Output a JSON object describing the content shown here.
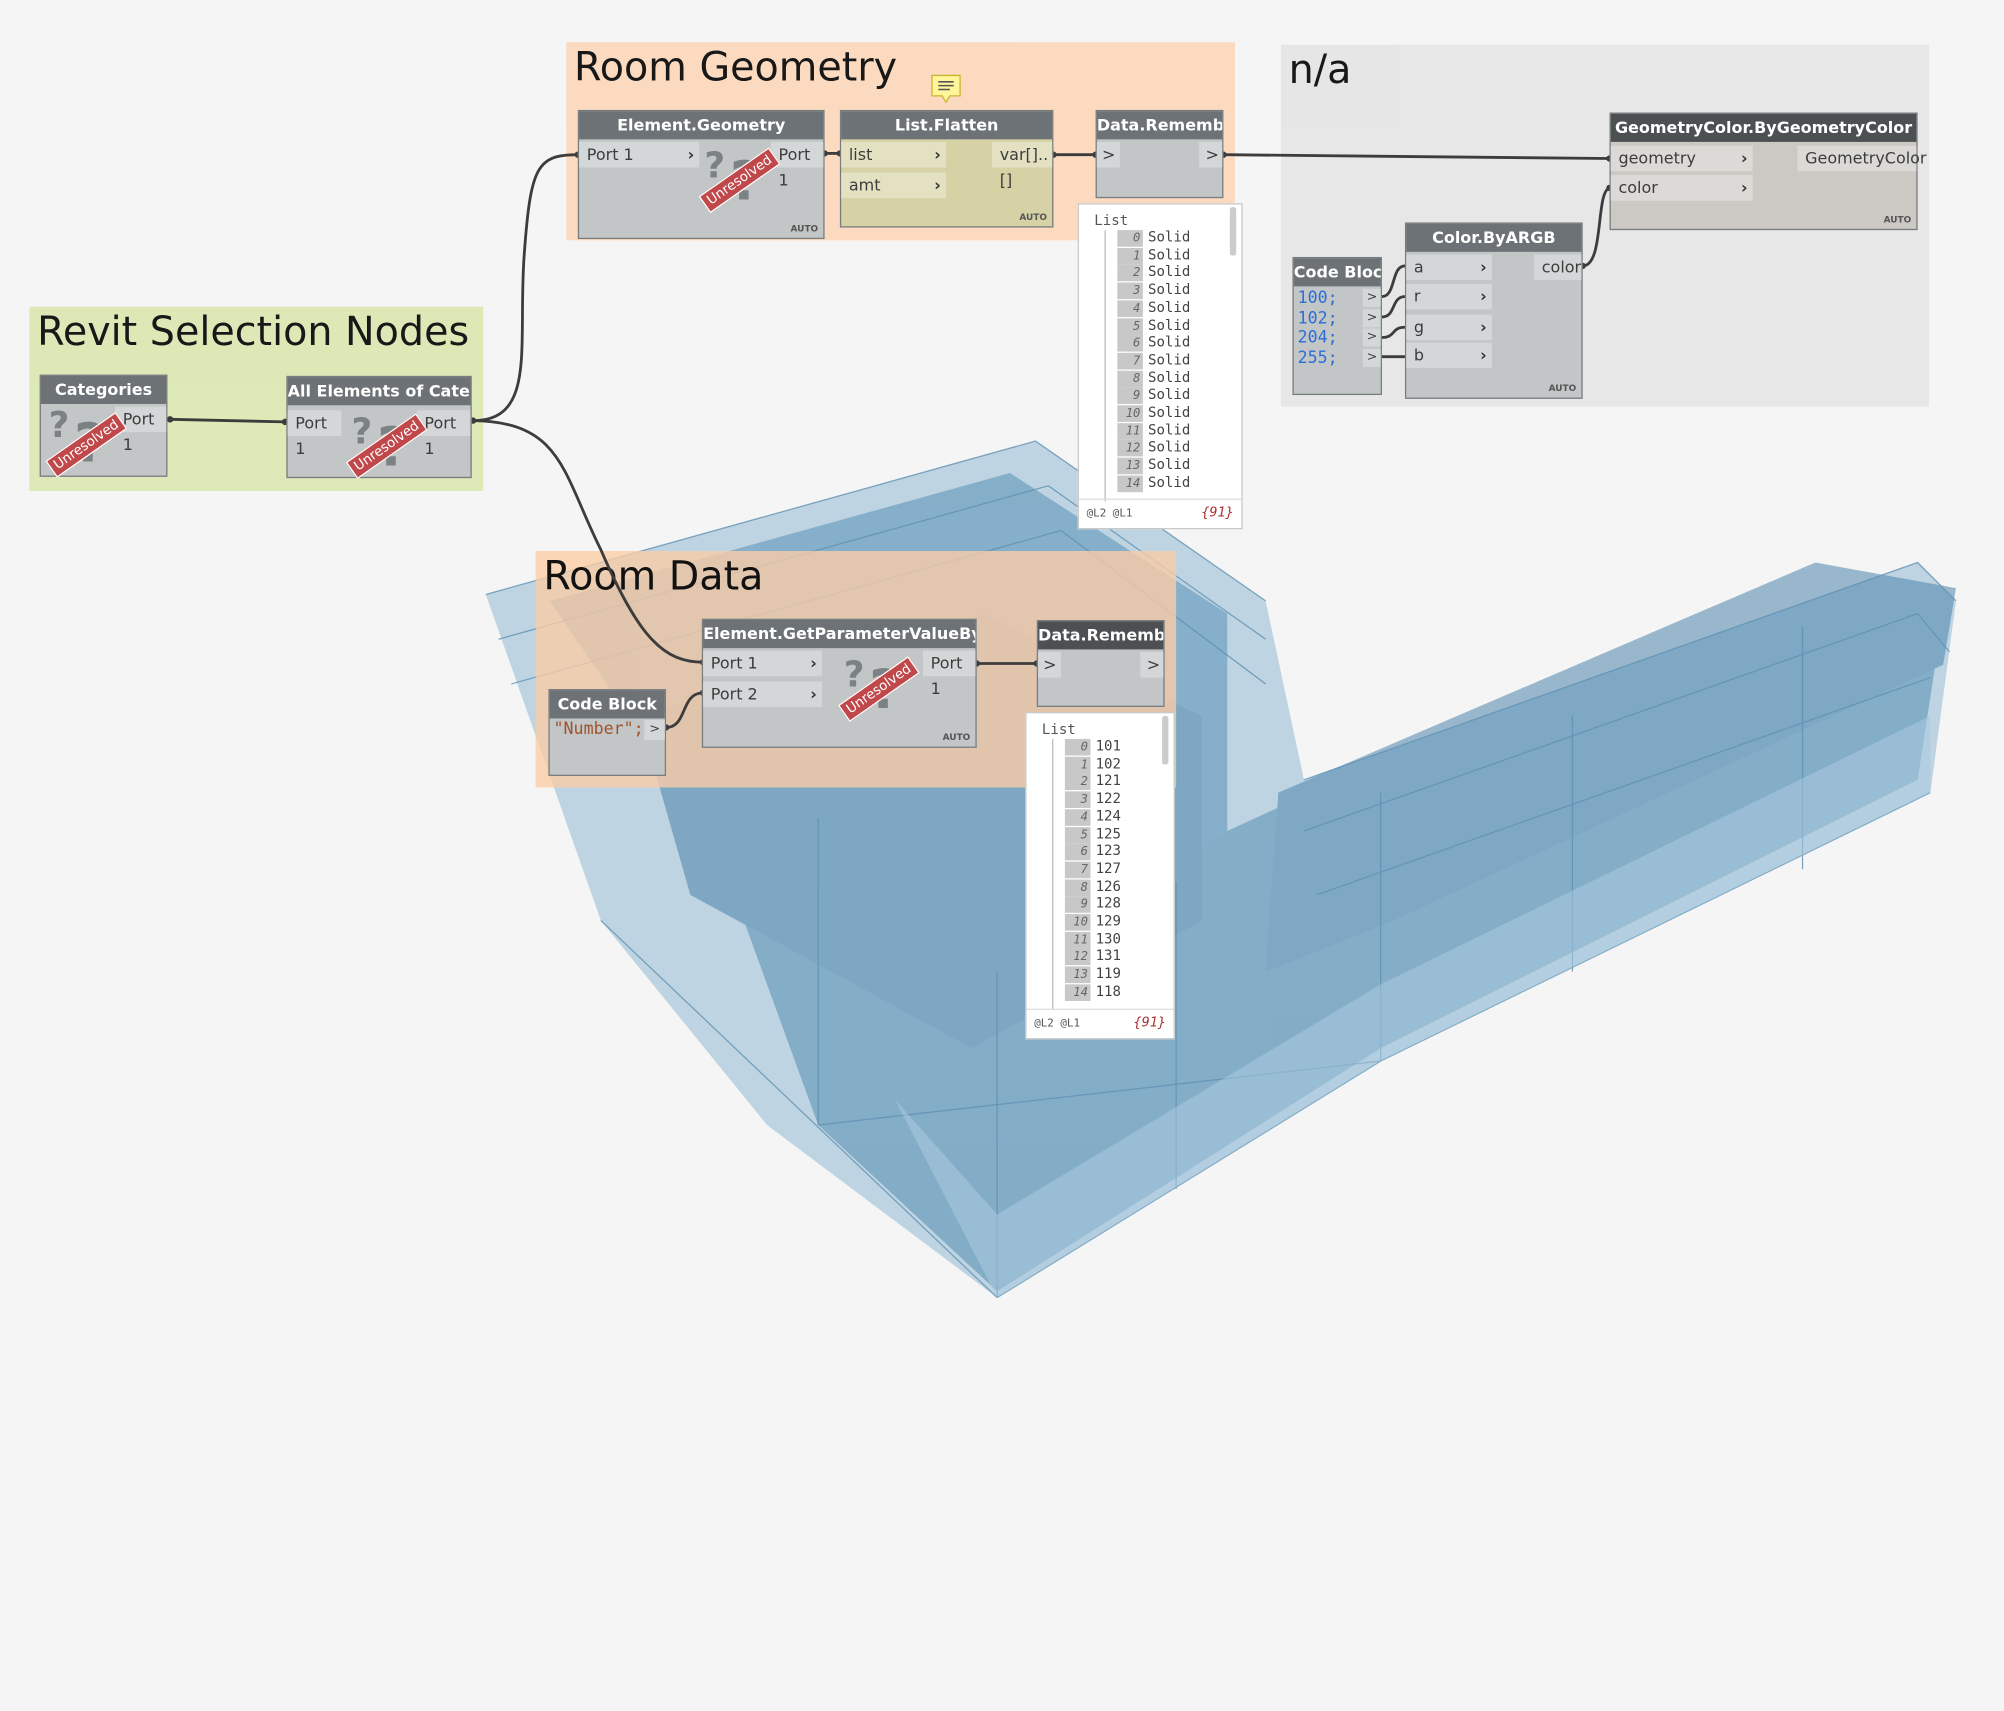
{
  "groups": {
    "revit_selection": {
      "title": "Revit Selection Nodes"
    },
    "room_geometry": {
      "title": "Room Geometry"
    },
    "room_data": {
      "title": "Room Data"
    },
    "na": {
      "title": "n/a"
    }
  },
  "nodes": {
    "categories": {
      "title": "Categories",
      "out_port": "Port 1",
      "badge": "Unresolved"
    },
    "all_elements": {
      "title": "All Elements of Category",
      "in_port": "Port 1",
      "out_port": "Port 1",
      "badge": "Unresolved"
    },
    "element_geometry": {
      "title": "Element.Geometry",
      "in_port": "Port 1",
      "out_port": "Port 1",
      "badge": "Unresolved",
      "lacing": "AUTO"
    },
    "list_flatten": {
      "title": "List.Flatten",
      "in1": "list",
      "in2": "amt",
      "out_port": "var[]..[]",
      "lacing": "AUTO"
    },
    "data_remember_geo": {
      "title": "Data.Remember",
      "in_port": ">",
      "out_port": ">"
    },
    "geometry_color": {
      "title": "GeometryColor.ByGeometryColor",
      "in1": "geometry",
      "in2": "color",
      "out_port": "GeometryColor",
      "lacing": "AUTO"
    },
    "color_argb": {
      "title": "Color.ByARGB",
      "in1": "a",
      "in2": "r",
      "in3": "g",
      "in4": "b",
      "out_port": "color",
      "lacing": "AUTO"
    },
    "code_block_argb": {
      "title": "Code Block",
      "lines": [
        "100;",
        "102;",
        "204;",
        "255;"
      ],
      "out": ">"
    },
    "get_param": {
      "title": "Element.GetParameterValueByName",
      "in1": "Port 1",
      "in2": "Port 2",
      "out_port": "Port 1",
      "badge": "Unresolved",
      "lacing": "AUTO"
    },
    "code_block_number": {
      "title": "Code Block",
      "code": "\"Number\";",
      "out": ">"
    },
    "data_remember_data": {
      "title": "Data.Remember",
      "in_port": ">",
      "out_port": ">"
    }
  },
  "watch_geometry": {
    "header": "List",
    "items": [
      {
        "i": "0",
        "v": "Solid"
      },
      {
        "i": "1",
        "v": "Solid"
      },
      {
        "i": "2",
        "v": "Solid"
      },
      {
        "i": "3",
        "v": "Solid"
      },
      {
        "i": "4",
        "v": "Solid"
      },
      {
        "i": "5",
        "v": "Solid"
      },
      {
        "i": "6",
        "v": "Solid"
      },
      {
        "i": "7",
        "v": "Solid"
      },
      {
        "i": "8",
        "v": "Solid"
      },
      {
        "i": "9",
        "v": "Solid"
      },
      {
        "i": "10",
        "v": "Solid"
      },
      {
        "i": "11",
        "v": "Solid"
      },
      {
        "i": "12",
        "v": "Solid"
      },
      {
        "i": "13",
        "v": "Solid"
      },
      {
        "i": "14",
        "v": "Solid"
      }
    ],
    "levels": "@L2 @L1",
    "count": "{91}"
  },
  "watch_data": {
    "header": "List",
    "items": [
      {
        "i": "0",
        "v": "101"
      },
      {
        "i": "1",
        "v": "102"
      },
      {
        "i": "2",
        "v": "121"
      },
      {
        "i": "3",
        "v": "122"
      },
      {
        "i": "4",
        "v": "124"
      },
      {
        "i": "5",
        "v": "125"
      },
      {
        "i": "6",
        "v": "123"
      },
      {
        "i": "7",
        "v": "127"
      },
      {
        "i": "8",
        "v": "126"
      },
      {
        "i": "9",
        "v": "128"
      },
      {
        "i": "10",
        "v": "129"
      },
      {
        "i": "11",
        "v": "130"
      },
      {
        "i": "12",
        "v": "131"
      },
      {
        "i": "13",
        "v": "119"
      },
      {
        "i": "14",
        "v": "118"
      }
    ],
    "levels": "@L2 @L1",
    "count": "{91}"
  },
  "colors": {
    "group_green": "#dce8b4",
    "group_peach": "#fbd9bd",
    "group_gray": "#e6e6e6",
    "node_header": "#6c7275",
    "node_body": "#c2c6c7",
    "flatten_body": "#d6d2a6",
    "badge": "#c0474a",
    "wire": "#3c3c3c",
    "room_blue": "#6b9fc2"
  },
  "icons": {
    "note": "speech-bubble-icon",
    "unresolved": "question-mark-icon"
  }
}
